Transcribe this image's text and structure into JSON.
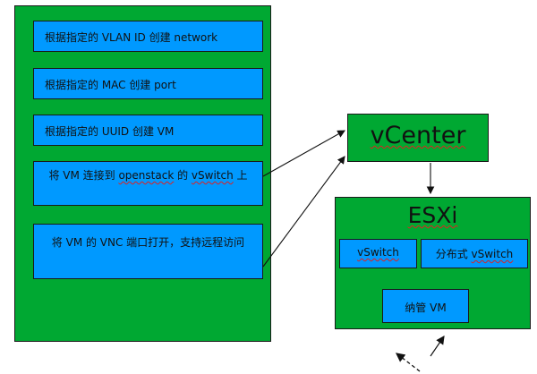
{
  "left_panel": {
    "steps": [
      {
        "label": "根据指定的 VLAN ID 创建 network"
      },
      {
        "label": "根据指定的 MAC 创建 port"
      },
      {
        "label": "根据指定的 UUID 创建 VM"
      },
      {
        "label_parts": [
          "将 VM 连接到 ",
          "openstack",
          " 的 ",
          "vSwitch",
          " 上"
        ]
      },
      {
        "label": "将 VM 的 VNC 端口打开，支持远程访问"
      }
    ]
  },
  "vcenter": {
    "label": "vCenter"
  },
  "esxi": {
    "label": "ESXi",
    "vswitch": "vSwitch",
    "distributed_vswitch_prefix": "分布式 ",
    "distributed_vswitch_suffix": "vSwitch",
    "managed_vm": "纳管 VM"
  },
  "colors": {
    "container": "#00a832",
    "box": "#0099ff",
    "border": "#1a1a1a",
    "spellcheck": "#e02020"
  }
}
